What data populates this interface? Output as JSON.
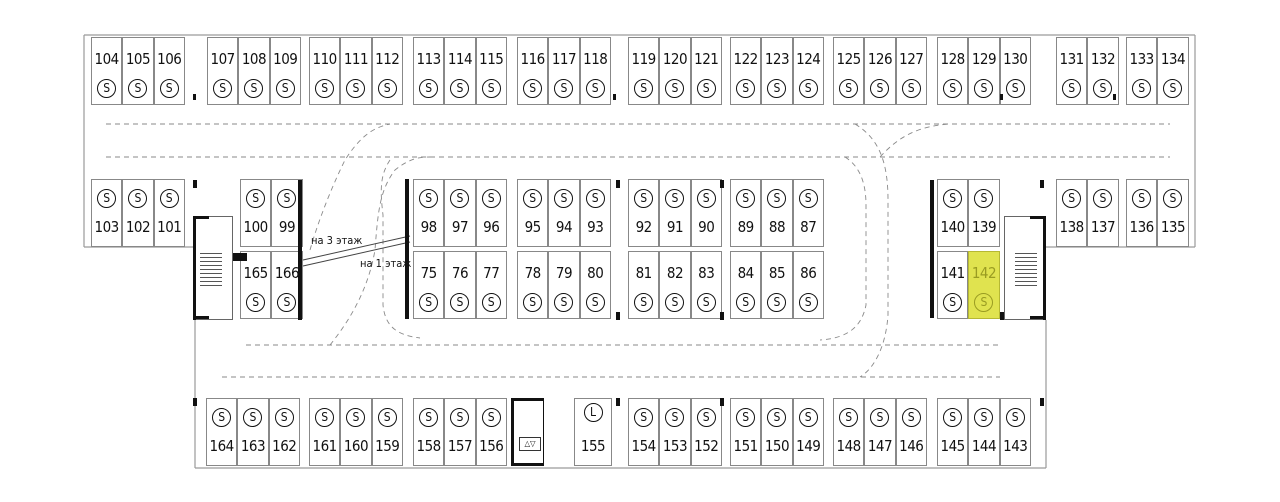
{
  "highlight_color": "#e0e34f",
  "space_icon_letter": "S",
  "elevator_icon_letter": "L",
  "ramp_labels": {
    "up": "на 3 этаж",
    "down": "на 1 этаж"
  },
  "top_row": [
    "104",
    "105",
    "106",
    "107",
    "108",
    "109",
    "110",
    "111",
    "112",
    "113",
    "114",
    "115",
    "116",
    "117",
    "118",
    "119",
    "120",
    "121",
    "122",
    "123",
    "124",
    "125",
    "126",
    "127",
    "128",
    "129",
    "130",
    "131",
    "132",
    "133",
    "134"
  ],
  "left_block": [
    "103",
    "102",
    "101"
  ],
  "block_100_99": [
    "100",
    "99"
  ],
  "block_165_166": [
    "165",
    "166"
  ],
  "center_upper": [
    "98",
    "97",
    "96",
    "95",
    "94",
    "93",
    "92",
    "91",
    "90",
    "89",
    "88",
    "87"
  ],
  "center_lower": [
    "75",
    "76",
    "77",
    "78",
    "79",
    "80",
    "81",
    "82",
    "83",
    "84",
    "85",
    "86"
  ],
  "block_140_139": [
    "140",
    "139"
  ],
  "block_141_142": [
    "141",
    "142"
  ],
  "highlighted_space": "142",
  "right_block": [
    "138",
    "137",
    "136",
    "135"
  ],
  "bottom_row": [
    "164",
    "163",
    "162",
    "161",
    "160",
    "159",
    "158",
    "157",
    "156",
    "155",
    "154",
    "153",
    "152",
    "151",
    "150",
    "149",
    "148",
    "147",
    "146",
    "145",
    "144",
    "143"
  ],
  "elevator_space": "155"
}
